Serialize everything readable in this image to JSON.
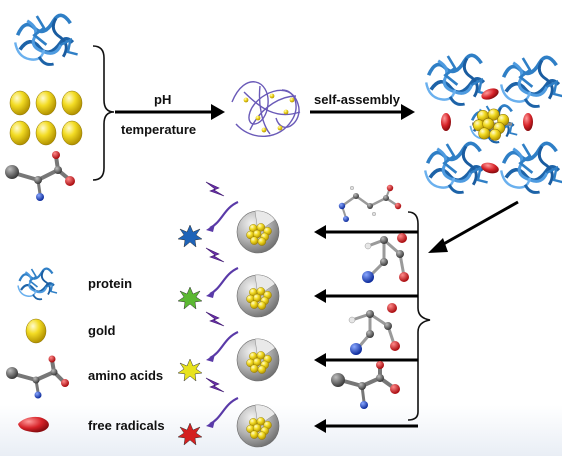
{
  "process": {
    "condition_1": "pH",
    "condition_2": "temperature",
    "step_label": "self-assembly"
  },
  "legend": {
    "protein": "protein",
    "gold": "gold",
    "amino_acids": "amino acids",
    "free_radicals": "free radicals"
  },
  "colors": {
    "protein": "#2f7fc6",
    "gold": "#f2d21c",
    "free_radical": "#d62228",
    "sphere": "#a9a9a9",
    "lightning": "#6a2fa8",
    "star_1": "#1e63b8",
    "star_2": "#5cb833",
    "star_3": "#e8e21c",
    "star_4": "#d42020",
    "coil": "#6a5ab8"
  },
  "rows": [
    {
      "star_color": "#1e63b8"
    },
    {
      "star_color": "#5cb833"
    },
    {
      "star_color": "#e8e21c"
    },
    {
      "star_color": "#d42020"
    }
  ]
}
